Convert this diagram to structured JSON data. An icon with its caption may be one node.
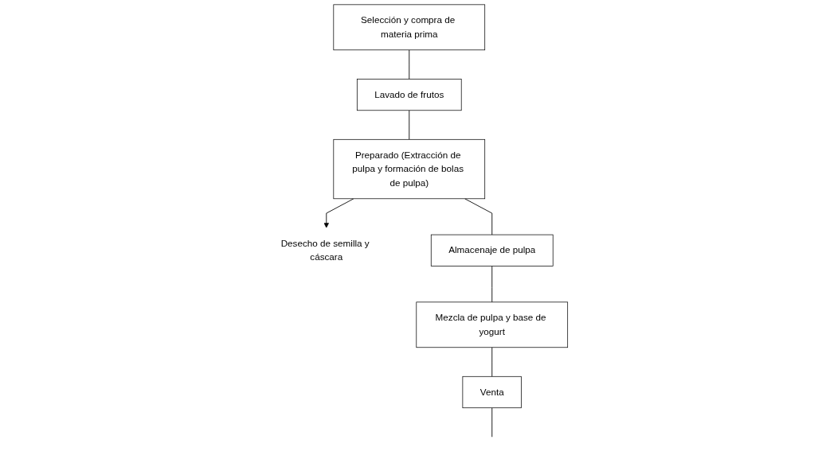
{
  "diagram": {
    "nodes": [
      {
        "text": [
          "Selección y compra de materia prima"
        ]
      },
      {
        "text": [
          "Lavado de frutos"
        ]
      },
      {
        "text": [
          "Preparado (Extracción de pulpa y formación de bolas de pulpa)"
        ]
      },
      {
        "text": [
          "Desecho de semilla y cáscara"
        ]
      },
      {
        "text": [
          "Almacenaje de pulpa"
        ]
      },
      {
        "text": [
          "Mezcla de pulpa y base de yogurt"
        ]
      },
      {
        "text": [
          "Venta"
        ]
      }
    ],
    "edges": [
      {
        "from": 0,
        "to": 1,
        "arrow": "none"
      },
      {
        "from": 1,
        "to": 2,
        "arrow": "none"
      },
      {
        "from": 2,
        "to": 4,
        "arrow": "none"
      },
      {
        "from": 2,
        "to": 3,
        "arrow": "to"
      },
      {
        "from": 4,
        "to": 5,
        "arrow": "none"
      },
      {
        "from": 5,
        "to": 6,
        "arrow": "none"
      },
      {
        "from": 6,
        "to": null,
        "arrow": "none"
      }
    ]
  }
}
